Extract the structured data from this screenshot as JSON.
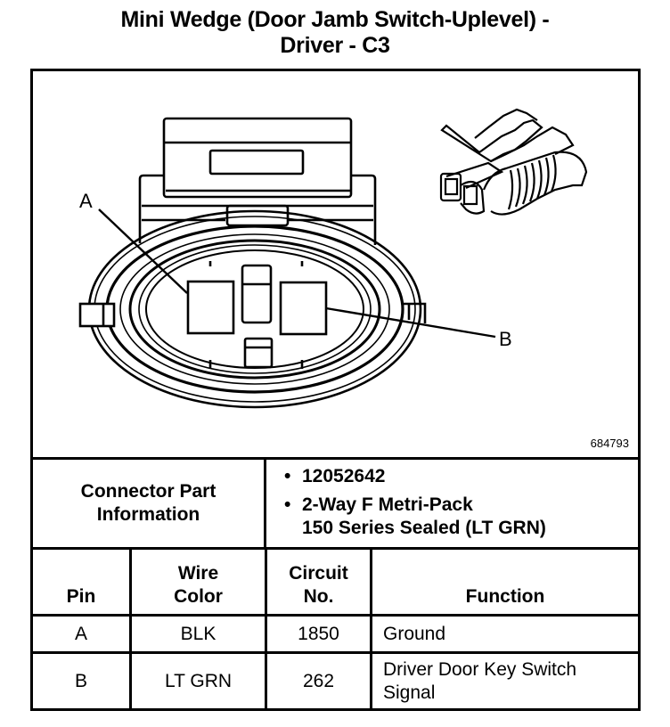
{
  "title": {
    "line1": "Mini Wedge (Door Jamb Switch-Uplevel) -",
    "line2": "Driver - C3"
  },
  "diagram": {
    "figure_id": "684793",
    "callouts": {
      "a": "A",
      "b": "B"
    },
    "icons": [
      "connector-face-view",
      "connector-isometric-view"
    ]
  },
  "connector_info": {
    "label": "Connector Part Information",
    "label_line1": "Connector Part",
    "label_line2": "Information",
    "items": [
      {
        "text": "12052642"
      },
      {
        "line1": "2-Way F Metri-Pack",
        "line2": "150 Series Sealed (LT GRN)"
      }
    ]
  },
  "pin_table": {
    "headers": {
      "pin": "Pin",
      "wire_color_1": "Wire",
      "wire_color_2": "Color",
      "circuit_1": "Circuit",
      "circuit_2": "No.",
      "function": "Function"
    },
    "rows": [
      {
        "pin": "A",
        "wire_color": "BLK",
        "circuit": "1850",
        "function_1": "Ground",
        "function_2": ""
      },
      {
        "pin": "B",
        "wire_color": "LT GRN",
        "circuit": "262",
        "function_1": "Driver Door Key Switch",
        "function_2": "Signal"
      }
    ]
  }
}
